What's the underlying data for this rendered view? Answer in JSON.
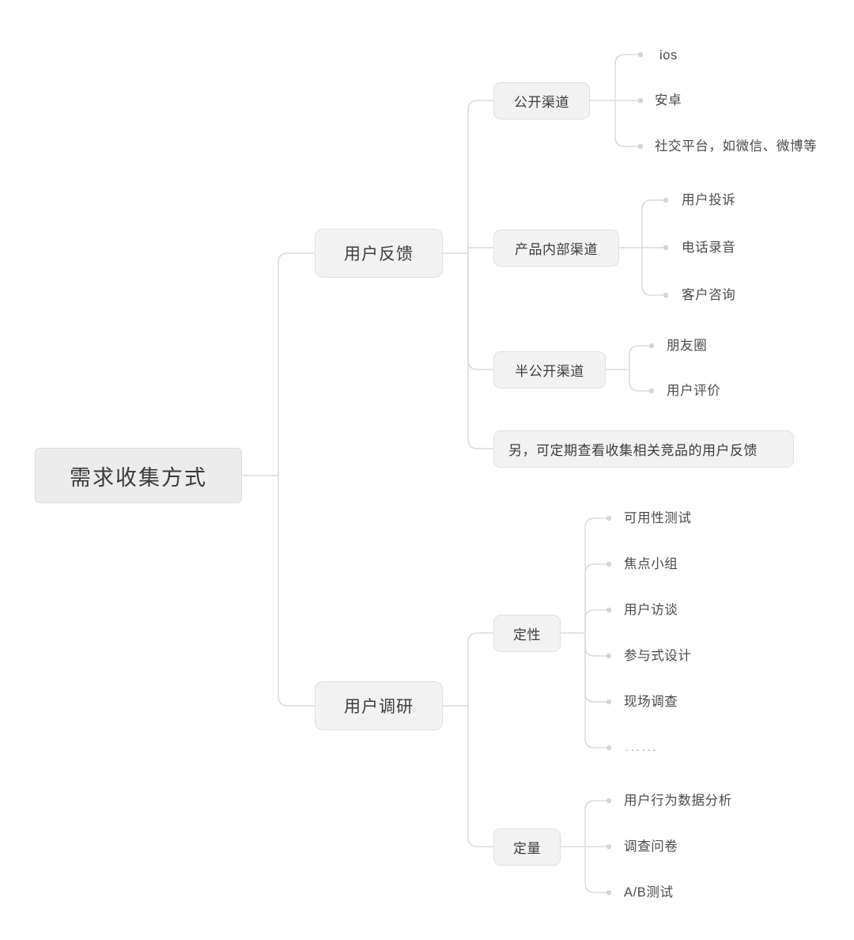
{
  "diagram": {
    "type": "mindmap",
    "title": "需求收集方式",
    "background_color": "#ffffff",
    "node_fill_color": "#f2f2f2",
    "node_border_color": "#e0e0e0",
    "connector_color": "#dcdcdc",
    "text_color": "#3c3c3c",
    "leaf_text_color": "#4a4a4a"
  },
  "root": {
    "label": "需求收集方式"
  },
  "branches": [
    {
      "label": "用户反馈",
      "children": [
        {
          "label": "公开渠道",
          "leaves": [
            {
              "label": "ios"
            },
            {
              "label": "安卓"
            },
            {
              "label": "社交平台，如微信、微博等"
            }
          ]
        },
        {
          "label": "产品内部渠道",
          "leaves": [
            {
              "label": "用户投诉"
            },
            {
              "label": "电话录音"
            },
            {
              "label": "客户咨询"
            }
          ]
        },
        {
          "label": "半公开渠道",
          "leaves": [
            {
              "label": "朋友圈"
            },
            {
              "label": "用户评价"
            }
          ]
        },
        {
          "label": "另，可定期查看收集相关竞品的用户反馈",
          "leaves": []
        }
      ]
    },
    {
      "label": "用户调研",
      "children": [
        {
          "label": "定性",
          "leaves": [
            {
              "label": "可用性测试"
            },
            {
              "label": "焦点小组"
            },
            {
              "label": "用户访谈"
            },
            {
              "label": "参与式设计"
            },
            {
              "label": "现场调查"
            },
            {
              "label": "······"
            }
          ]
        },
        {
          "label": "定量",
          "leaves": [
            {
              "label": "用户行为数据分析"
            },
            {
              "label": "调查问卷"
            },
            {
              "label": "A/B测试"
            }
          ]
        }
      ]
    }
  ]
}
